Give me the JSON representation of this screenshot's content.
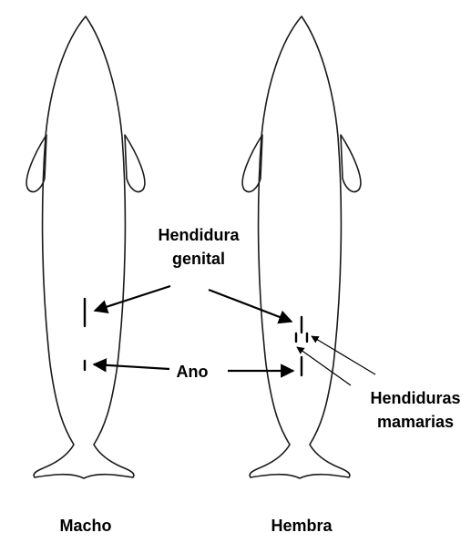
{
  "labels": {
    "genital_line1": "Hendidura",
    "genital_line2": "genital",
    "anus": "Ano",
    "mammary_line1": "Hendiduras",
    "mammary_line2": "mamarias",
    "male": "Macho",
    "female": "Hembra"
  }
}
